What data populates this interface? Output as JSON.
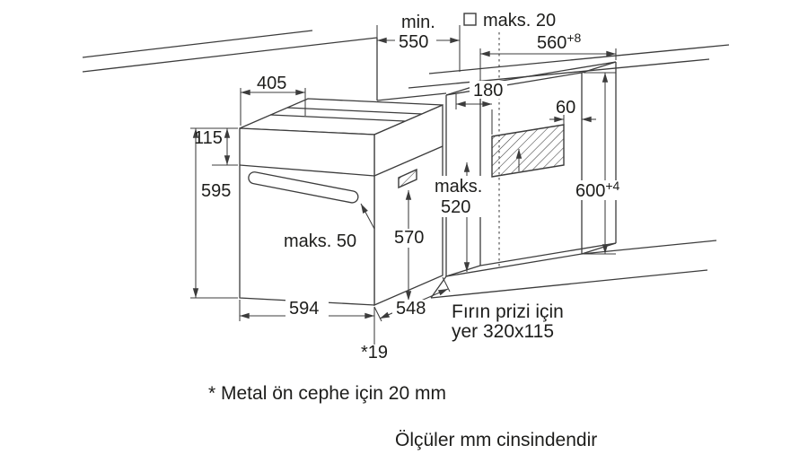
{
  "diagram": {
    "dims": {
      "niche_depth_prefix": "min.",
      "niche_depth_value": "550",
      "counter_overhang_label": "maks. 20",
      "niche_width_value": "560",
      "niche_width_sup": "+8",
      "top_depth_value": "405",
      "socket_offset_left_value": "180",
      "socket_offset_right_value": "60",
      "panel_height_value": "115",
      "oven_height_value": "595",
      "socket_height_word": "maks.",
      "socket_height_value": "520",
      "niche_height_value": "600",
      "niche_height_sup": "+4",
      "door_height_value": "570",
      "handle_depth_label": "maks. 50",
      "oven_width_value": "594",
      "oven_depth_value": "548",
      "front_note_ref": "*19"
    },
    "notes": {
      "socket_area_line1": "Fırın prizi için",
      "socket_area_line2": "yer 320x115",
      "metal_front": "* Metal ön cephe için 20 mm",
      "units": "Ölçüler mm cinsindendir"
    },
    "colors": {
      "line": "#3c3c3c",
      "text": "#1d1d1b",
      "background": "#ffffff"
    }
  }
}
